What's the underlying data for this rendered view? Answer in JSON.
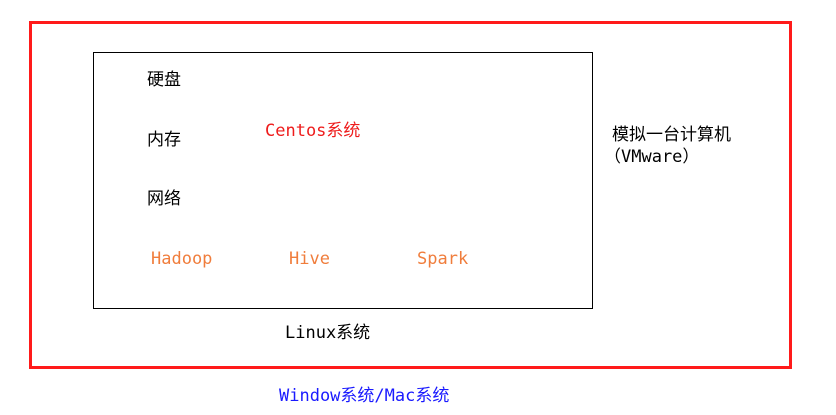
{
  "vm": {
    "title": "模拟一台计算机",
    "subtitle": "（VMware）"
  },
  "centos": {
    "title": "Centos系统",
    "resources": [
      "硬盘",
      "内存",
      "网络"
    ],
    "software": [
      "Hadoop",
      "Hive",
      "Spark"
    ]
  },
  "linux_label": "Linux系统",
  "host_label": "Window系统/Mac系统",
  "colors": {
    "outer_border": "#ff1a1a",
    "inner_border": "#000000",
    "software_text": "#f07d3c",
    "centos_text": "#ee1c1c",
    "host_text": "#1a1aff"
  }
}
